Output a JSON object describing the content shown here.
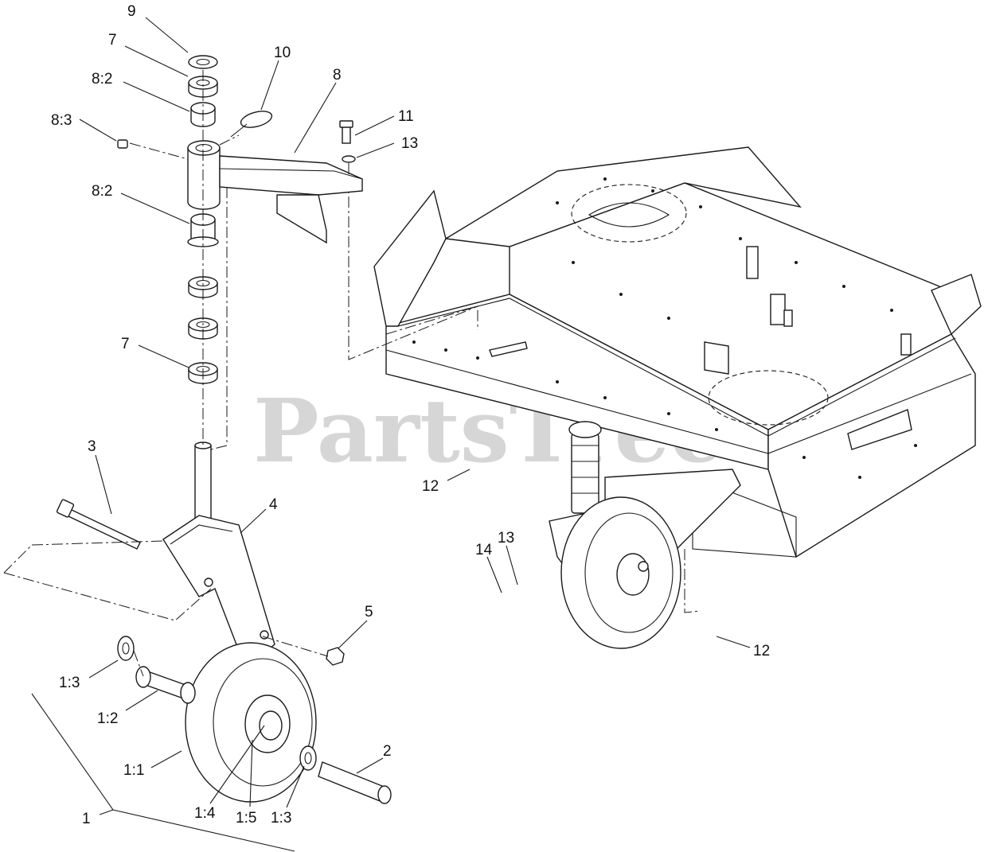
{
  "watermark": {
    "text": "PartsTree",
    "trademark": "™"
  },
  "callouts": [
    {
      "id": "c9",
      "label": "9"
    },
    {
      "id": "c7a",
      "label": "7"
    },
    {
      "id": "c82a",
      "label": "8:2"
    },
    {
      "id": "c83",
      "label": "8:3"
    },
    {
      "id": "c10",
      "label": "10"
    },
    {
      "id": "c8",
      "label": "8"
    },
    {
      "id": "c11",
      "label": "11"
    },
    {
      "id": "c13a",
      "label": "13"
    },
    {
      "id": "c82b",
      "label": "8:2"
    },
    {
      "id": "c7b",
      "label": "7"
    },
    {
      "id": "c3",
      "label": "3"
    },
    {
      "id": "c4",
      "label": "4"
    },
    {
      "id": "c5",
      "label": "5"
    },
    {
      "id": "c12a",
      "label": "12"
    },
    {
      "id": "c14",
      "label": "14"
    },
    {
      "id": "c13b",
      "label": "13"
    },
    {
      "id": "c12b",
      "label": "12"
    },
    {
      "id": "c13c",
      "label": "1:3"
    },
    {
      "id": "c12c",
      "label": "1:2"
    },
    {
      "id": "c11w",
      "label": "1:1"
    },
    {
      "id": "c2",
      "label": "2"
    },
    {
      "id": "c14w",
      "label": "1:4"
    },
    {
      "id": "c15",
      "label": "1:5"
    },
    {
      "id": "c13d",
      "label": "1:3"
    },
    {
      "id": "c1",
      "label": "1"
    }
  ]
}
